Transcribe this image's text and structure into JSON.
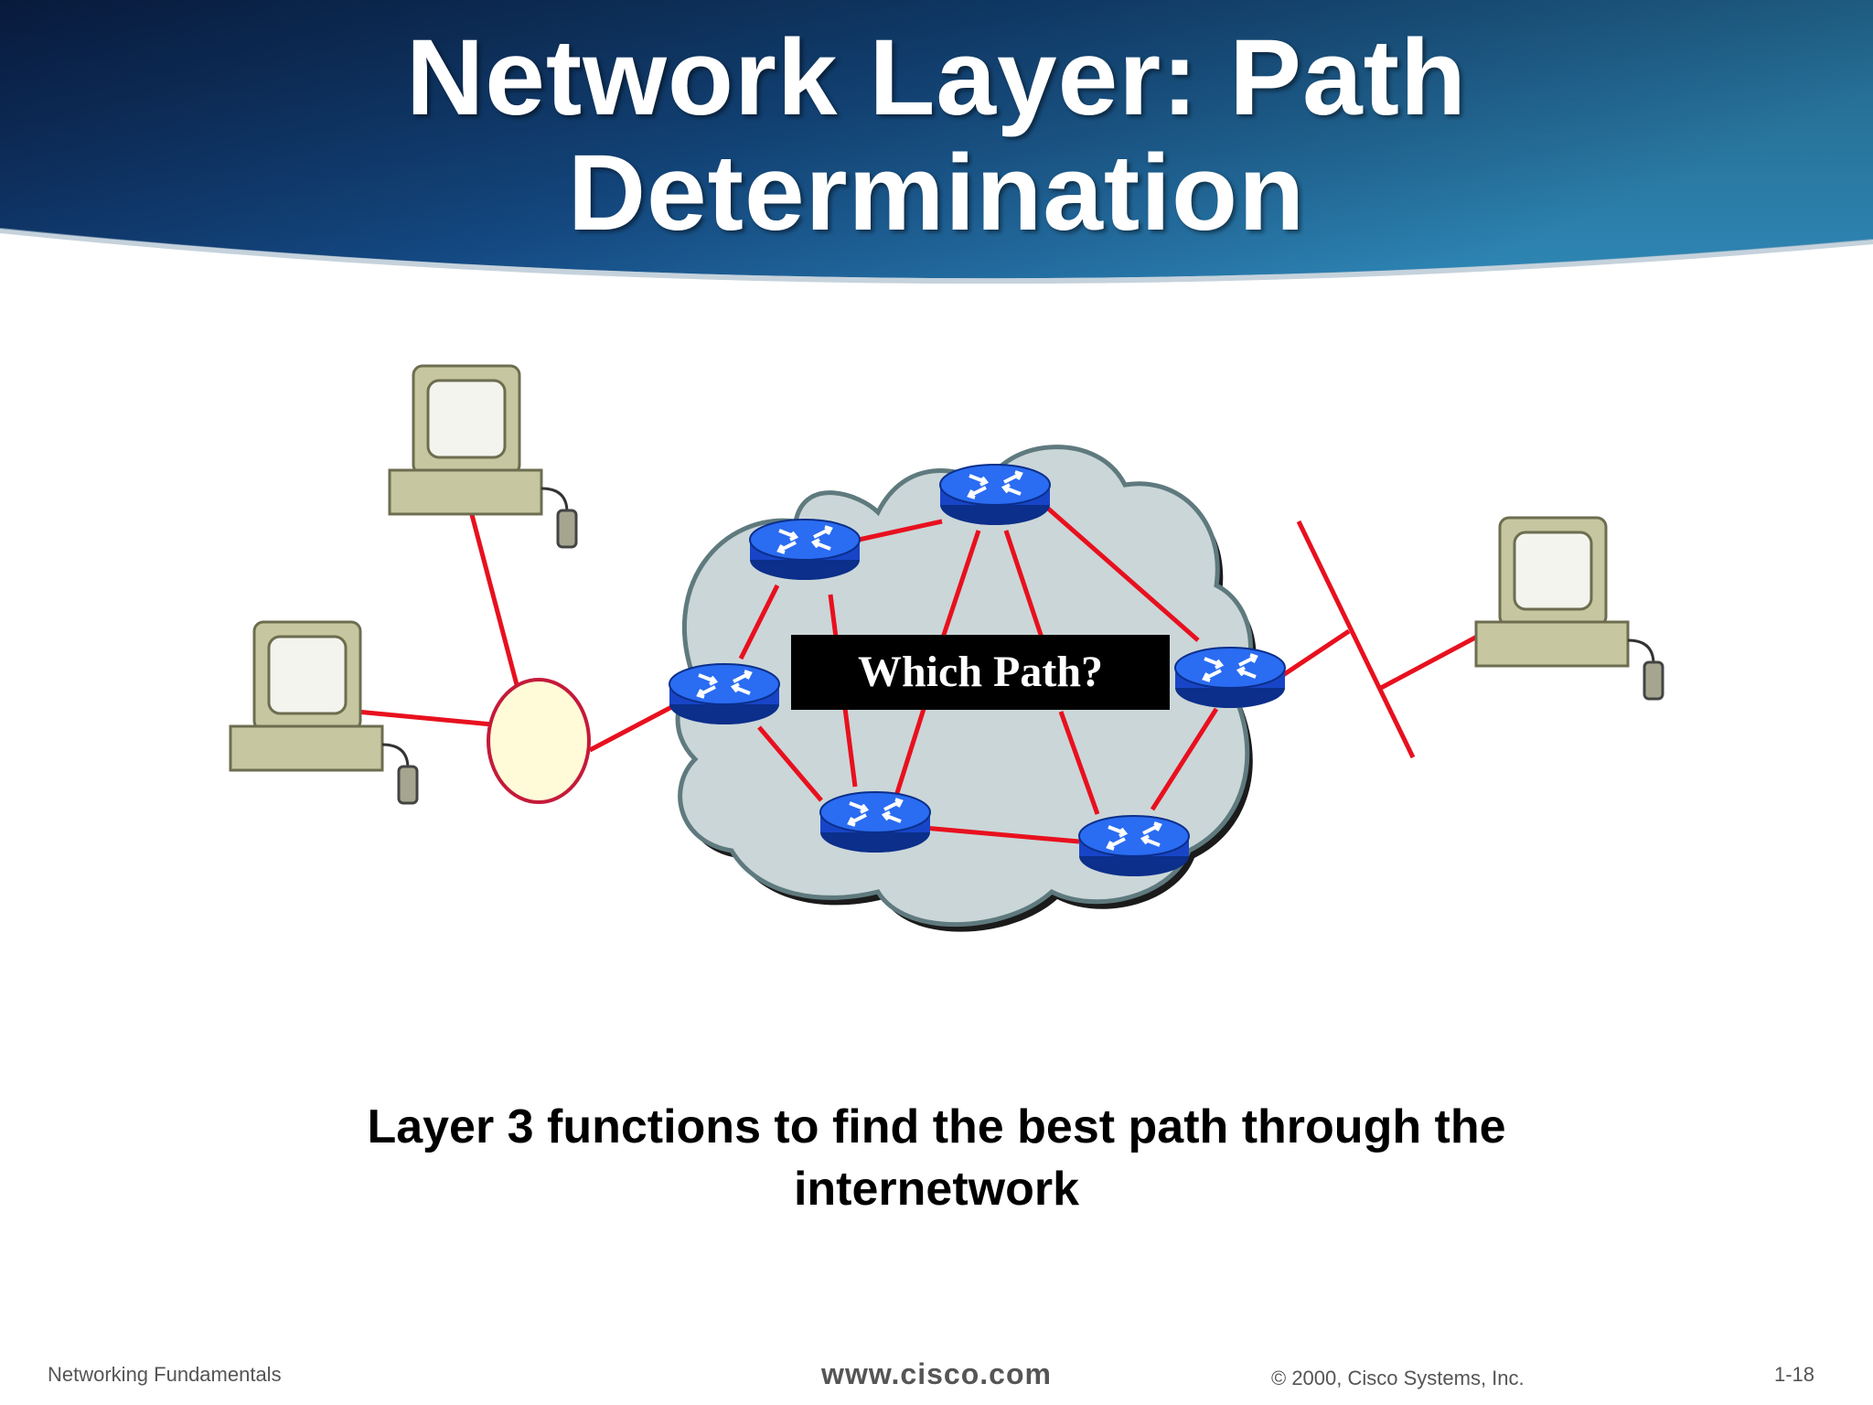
{
  "slide": {
    "title_line1": "Network Layer: Path",
    "title_line2": "Determination",
    "callout": "Which Path?",
    "caption_line1": "Layer 3 functions to find the best path through the",
    "caption_line2": "internetwork"
  },
  "footer": {
    "course": "Networking Fundamentals",
    "url": "www.cisco.com",
    "copyright": "© 2000, Cisco Systems, Inc.",
    "page": "1-18"
  },
  "colors": {
    "header_dark": "#0d2b57",
    "header_light": "#2a7fae",
    "link": "#e8101e",
    "router": "#1f5fe0",
    "cloud": "#cbd6d8",
    "hub": "#fffbd9",
    "computer": "#c8c8a4"
  },
  "icons": [
    "computer-icon",
    "hub-icon",
    "router-icon",
    "cloud-icon",
    "ethernet-segment-icon"
  ]
}
